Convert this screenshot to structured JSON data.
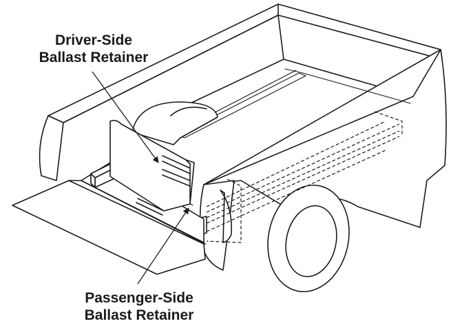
{
  "labels": {
    "driver_side_line1": "Driver-Side",
    "driver_side_line2": "Ballast Retainer",
    "passenger_side_line1": "Passenger-Side",
    "passenger_side_line2": "Ballast Retainer"
  }
}
